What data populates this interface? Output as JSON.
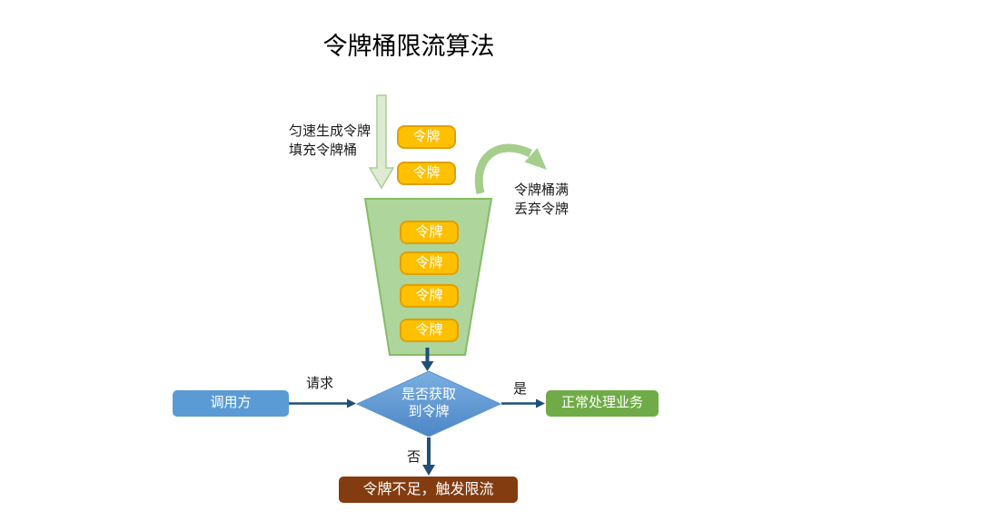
{
  "title": "令牌桶限流算法",
  "bucket": {
    "token_label": "令牌",
    "incoming_token_count": 2,
    "stored_token_count": 4,
    "fill_note": {
      "line1": "匀速生成令牌",
      "line2": "填充令牌桶"
    },
    "overflow_note": {
      "line1": "令牌桶满",
      "line2": "丢弃令牌"
    }
  },
  "flow": {
    "caller": "调用方",
    "request_label": "请求",
    "decision": {
      "line1": "是否获取",
      "line2": "到令牌"
    },
    "yes_label": "是",
    "no_label": "否",
    "success": "正常处理业务",
    "limited": "令牌不足，触发限流"
  },
  "colors": {
    "token_fill": "#FFC000",
    "token_border": "#DFA000",
    "bucket_fill": "#AED59B",
    "bucket_border": "#86BC66",
    "green_arrow": "#A9CF90",
    "caller_fill": "#5B9BD5",
    "success_fill": "#6FAC47",
    "limited_fill": "#833C10",
    "decision_fill_top": "#7BAFE0",
    "decision_fill_bottom": "#4C86C6",
    "connector": "#1F4E79"
  }
}
